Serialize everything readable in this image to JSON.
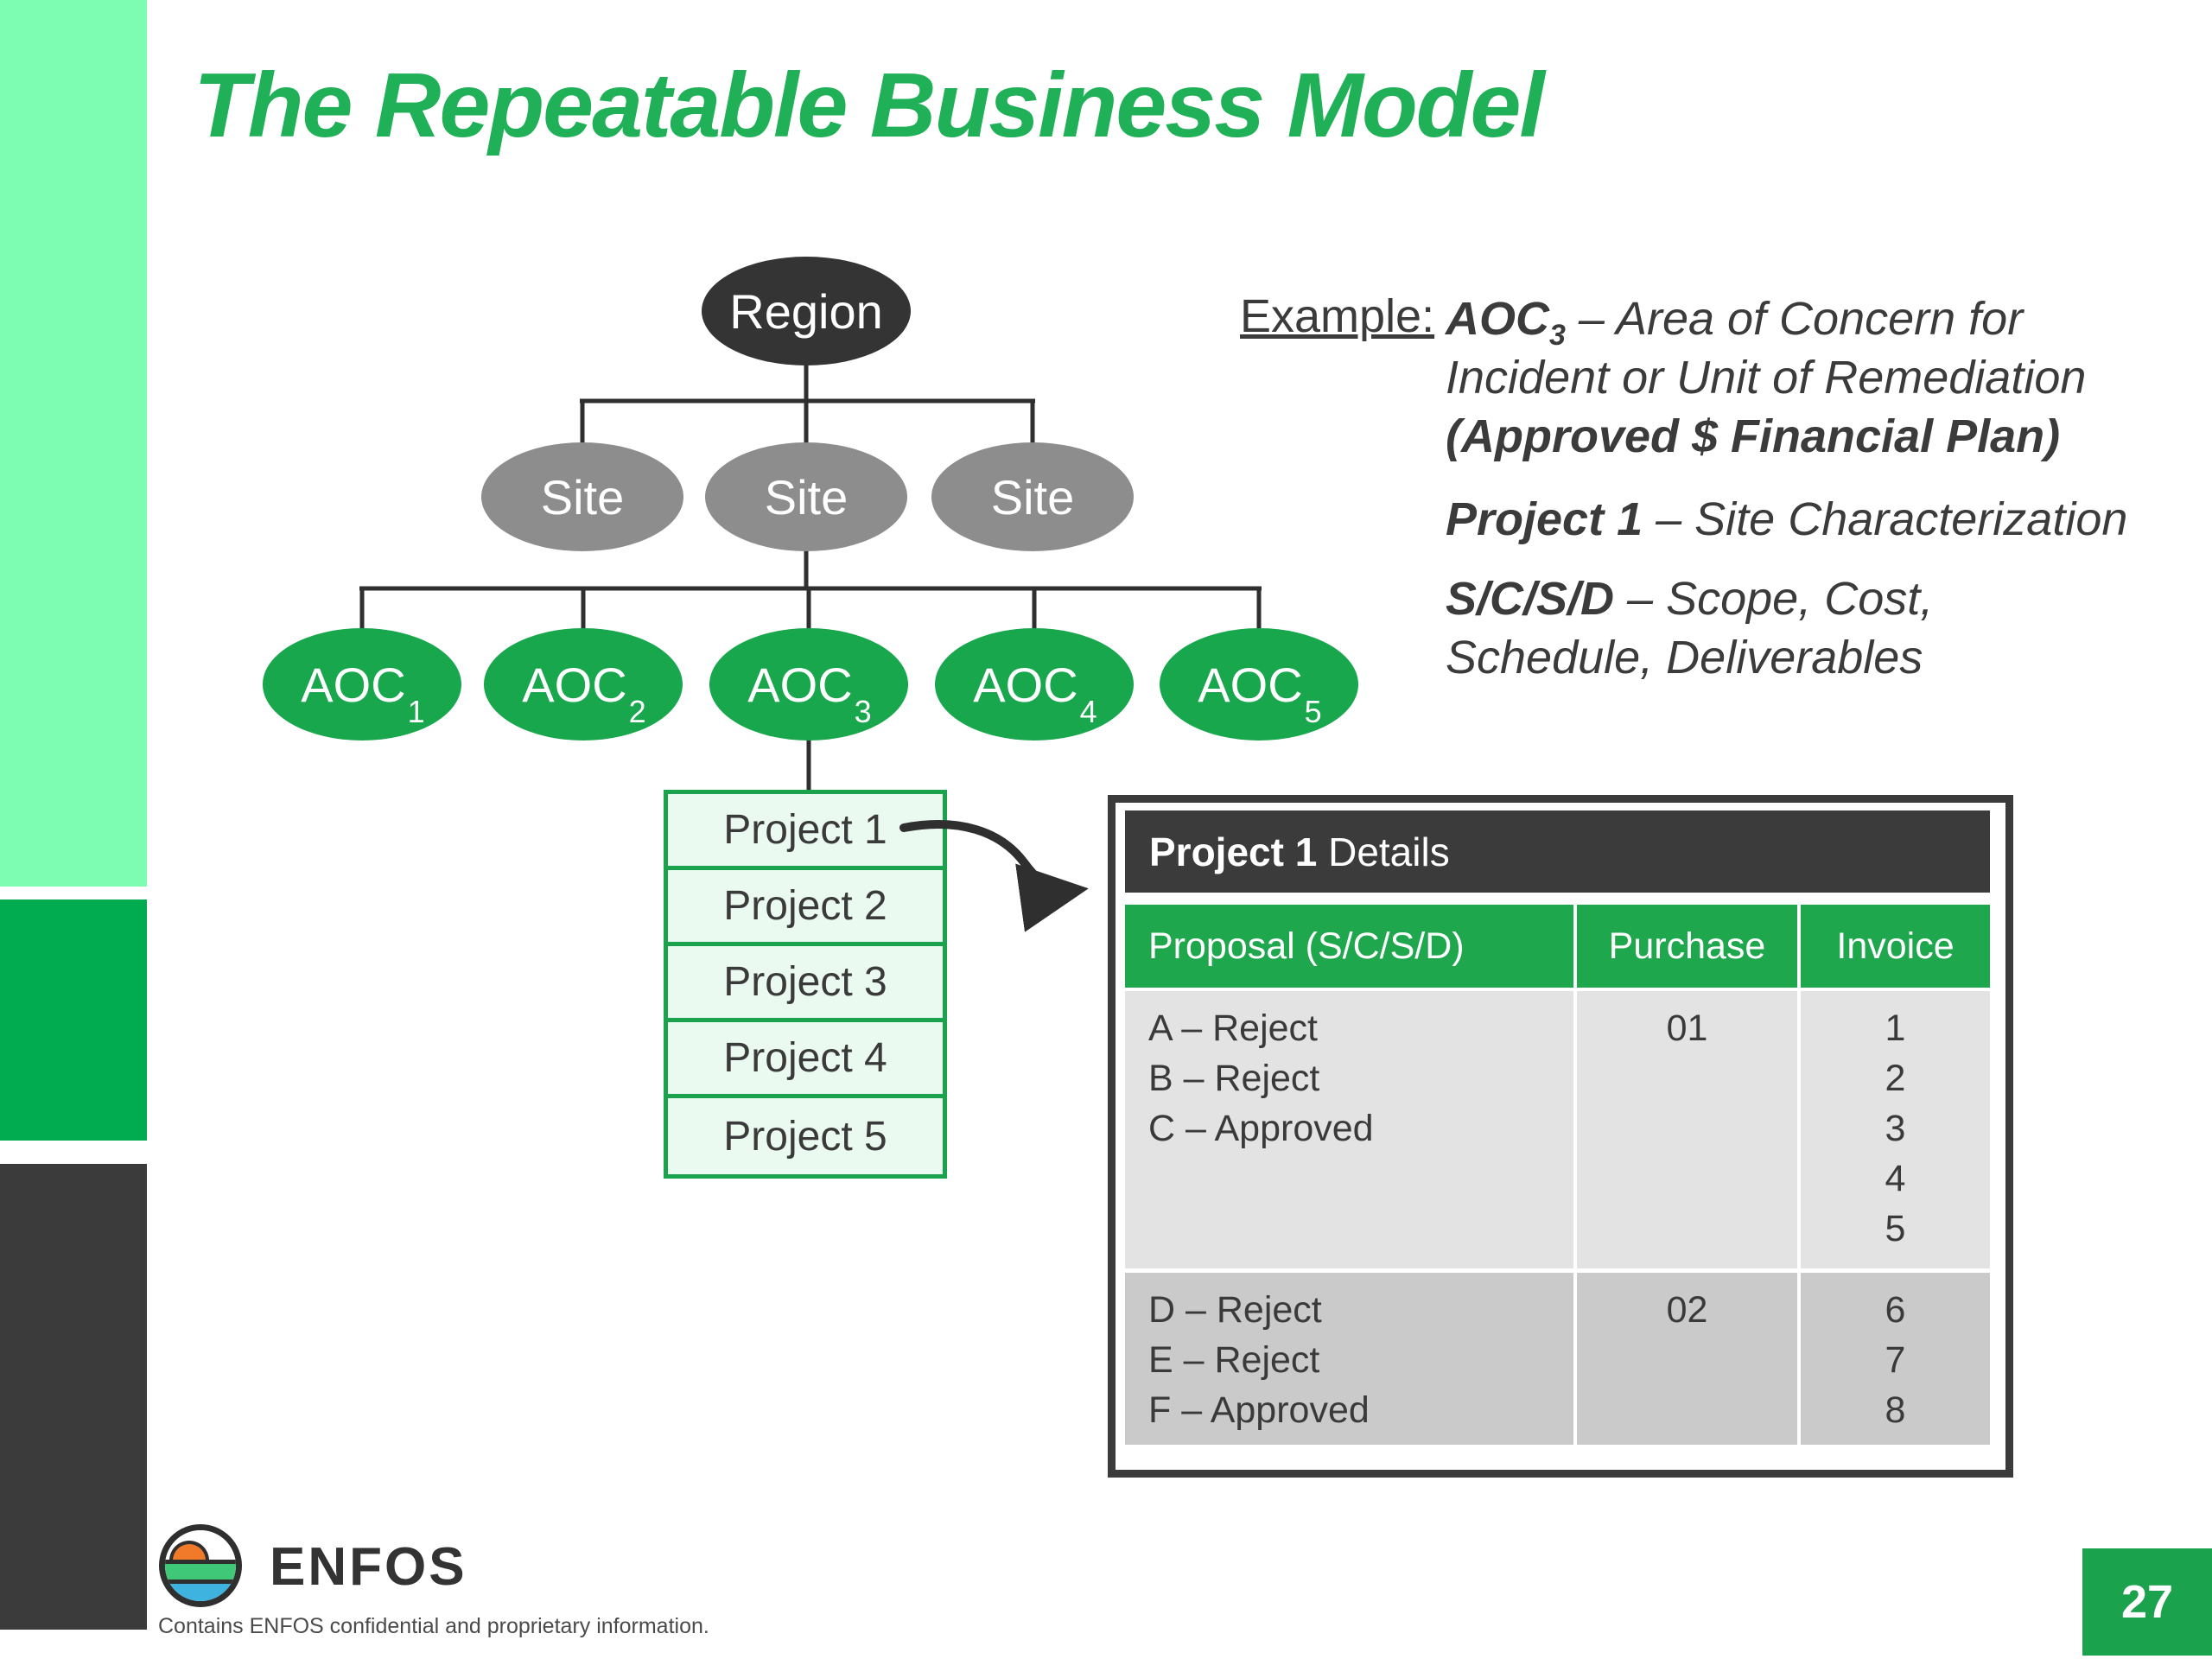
{
  "slide": {
    "title": "The Repeatable Business Model",
    "page_number": "27",
    "footer": "Contains ENFOS confidential and proprietary information.",
    "logo_text": "ENFOS"
  },
  "org_chart": {
    "region_label": "Region",
    "sites": [
      "Site",
      "Site",
      "Site"
    ],
    "aocs": [
      {
        "label": "AOC",
        "sub": "1"
      },
      {
        "label": "AOC",
        "sub": "2"
      },
      {
        "label": "AOC",
        "sub": "3"
      },
      {
        "label": "AOC",
        "sub": "4"
      },
      {
        "label": "AOC",
        "sub": "5"
      }
    ],
    "projects": [
      "Project 1",
      "Project 2",
      "Project 3",
      "Project 4",
      "Project 5"
    ]
  },
  "example": {
    "heading": "Example:",
    "aoc_term": "AOC",
    "aoc_sub": "3",
    "aoc_rest": " – Area of Concern for",
    "aoc_line2": "Incident or Unit of Remediation",
    "aoc_note": "(Approved $ Financial Plan)",
    "project_term": "Project 1",
    "project_rest": " – Site Characterization",
    "scsd_term": "S/C/S/D",
    "scsd_rest": " – Scope, Cost,",
    "scsd_line2": "Schedule, Deliverables"
  },
  "details_table": {
    "title_strong": "Project 1",
    "title_rest": " Details",
    "columns": [
      "Proposal (S/C/S/D)",
      "Purchase",
      "Invoice"
    ],
    "groups": [
      {
        "proposals": [
          "A – Reject",
          "B – Reject",
          "C – Approved"
        ],
        "purchase": "01",
        "invoices": [
          "1",
          "2",
          "3",
          "4",
          "5"
        ]
      },
      {
        "proposals": [
          "D – Reject",
          "E – Reject",
          "F – Approved"
        ],
        "purchase": "02",
        "invoices": [
          "6",
          "7",
          "8"
        ]
      }
    ]
  },
  "colors": {
    "accent_green": "#1fa74d",
    "title_green": "#20b057",
    "light_green_bar": "#7dfdb2",
    "mid_green_bar": "#00ac4f",
    "dark_gray": "#3b3b3b",
    "site_gray": "#8d8d8d",
    "band_light": "#e3e3e3",
    "band_dark": "#cacaca"
  }
}
